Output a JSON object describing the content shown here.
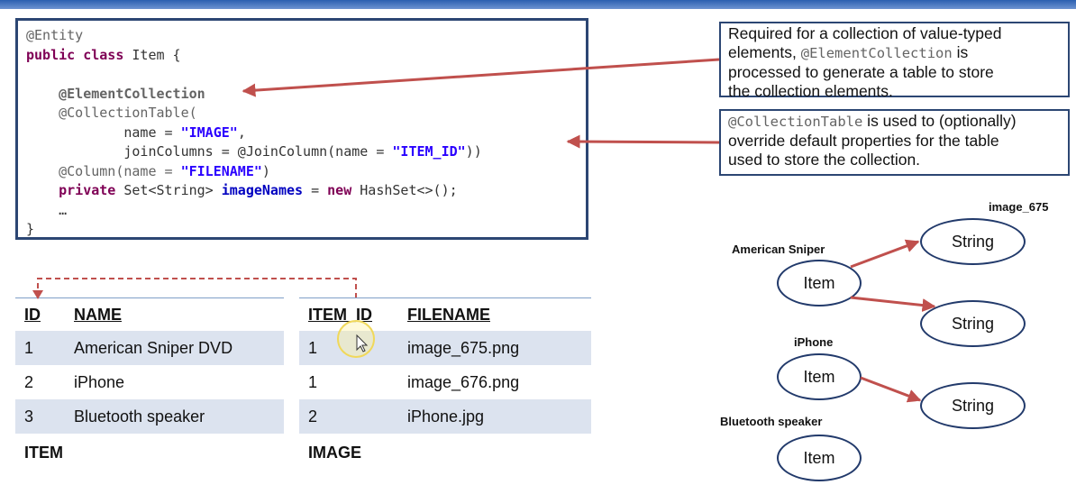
{
  "code": {
    "entity_annotation": "@Entity",
    "class_kw": "public class",
    "class_name": "Item {",
    "element_collection": "@ElementCollection",
    "collection_table": "@CollectionTable(",
    "name_key": "name = ",
    "name_value": "\"IMAGE\"",
    "join_columns_key": "joinColumns = @JoinColumn(name = ",
    "join_columns_value": "\"ITEM_ID\"",
    "join_columns_close": "))",
    "column_anno": "@Column(name = ",
    "column_value": "\"FILENAME\"",
    "column_close": ")",
    "private_kw": "private",
    "field_type": "Set<String>",
    "field_name": "imageNames",
    "assign": " = ",
    "new_kw": "new",
    "new_expr": "HashSet<>();",
    "ellipsis": "…",
    "close_brace": "}"
  },
  "notes": {
    "element_collection": {
      "line1": "Required for a collection of value-typed",
      "pre": "elements, ",
      "anno": "@ElementCollection",
      "post": " is",
      "line3": "processed to generate a table to store",
      "line4": "the collection elements."
    },
    "collection_table": {
      "anno": "@CollectionTable",
      "line1_rest": " is used to (optionally)",
      "line2": "override default properties for the table",
      "line3": "used to store the collection."
    }
  },
  "item_table": {
    "caption": "ITEM",
    "headers": [
      "ID",
      "NAME"
    ],
    "rows": [
      [
        "1",
        "American Sniper DVD"
      ],
      [
        "2",
        "iPhone"
      ],
      [
        "3",
        "Bluetooth speaker"
      ]
    ]
  },
  "image_table": {
    "caption": "IMAGE",
    "headers": [
      "ITEM_ID",
      "FILENAME"
    ],
    "rows": [
      [
        "1",
        "image_675.png"
      ],
      [
        "1",
        "image_676.png"
      ],
      [
        "2",
        "iPhone.jpg"
      ]
    ]
  },
  "diagram": {
    "labels": {
      "image_675": "image_675",
      "american_sniper": "American Sniper",
      "iphone": "iPhone",
      "bluetooth": "Bluetooth speaker"
    },
    "item": "Item",
    "string": "String"
  },
  "colors": {
    "arrow": "#c0504d",
    "box_border": "#2c4673",
    "row_shade": "#dce3ef"
  }
}
